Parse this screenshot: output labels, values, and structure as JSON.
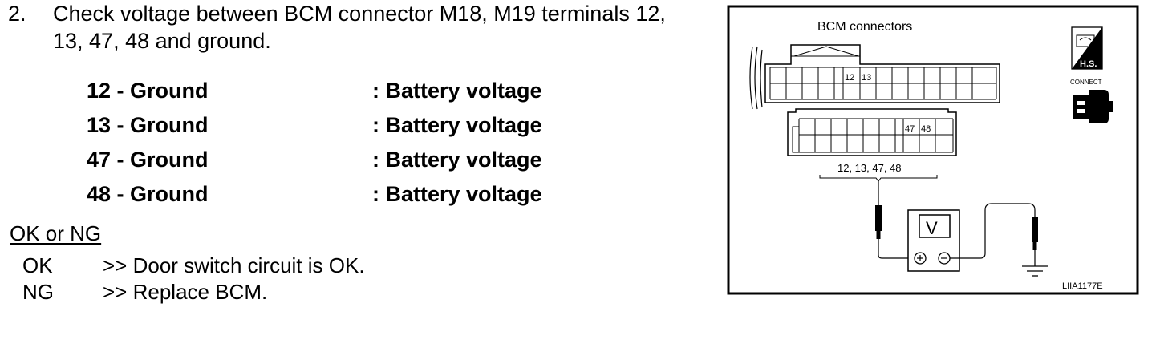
{
  "step": {
    "number": "2.",
    "line1": "Check voltage between BCM connector M18, M19 terminals 12,",
    "line2": "13, 47, 48 and ground."
  },
  "results": [
    {
      "terminal": "12 - Ground",
      "value": ": Battery voltage"
    },
    {
      "terminal": "13 - Ground",
      "value": ": Battery voltage"
    },
    {
      "terminal": "47 - Ground",
      "value": ": Battery voltage"
    },
    {
      "terminal": "48 - Ground",
      "value": ": Battery voltage"
    }
  ],
  "decision": {
    "heading": "OK or NG",
    "options": [
      {
        "code": "OK",
        "text": ">> Door switch circuit is OK."
      },
      {
        "code": "NG",
        "text": ">> Replace BCM."
      }
    ]
  },
  "figure": {
    "title": "BCM connectors",
    "upper_pins": [
      "12",
      "13"
    ],
    "lower_pins": [
      "47",
      "48"
    ],
    "terminal_list": "12, 13, 47, 48",
    "meter_label": "V",
    "hs_label": "H.S.",
    "connect_label": "CONNECT",
    "code": "LIIA1177E"
  }
}
